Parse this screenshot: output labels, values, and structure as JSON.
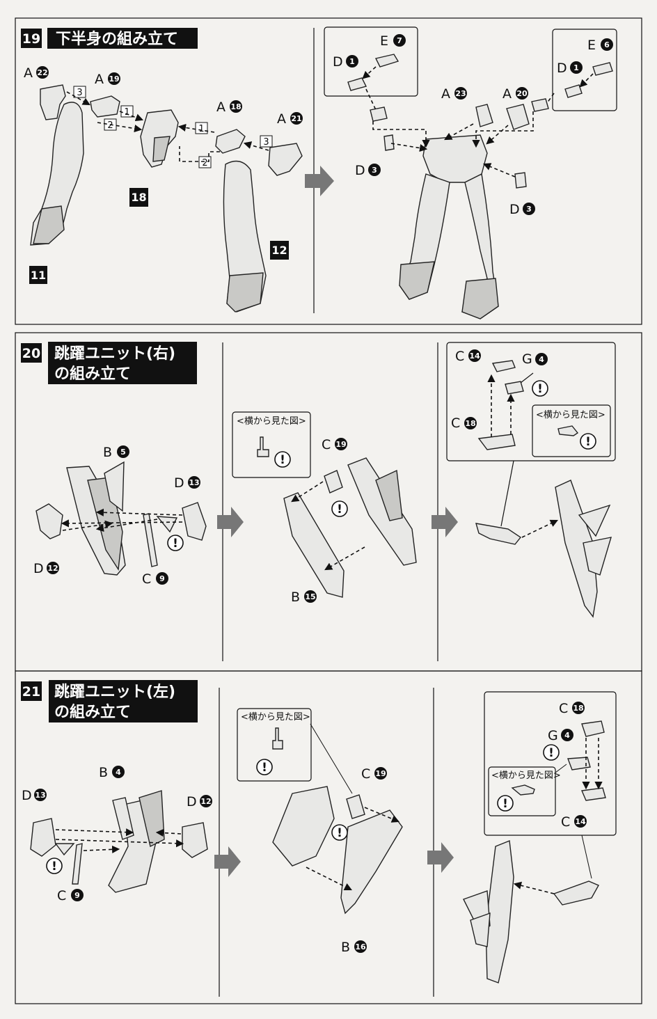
{
  "steps": [
    {
      "number": "19",
      "title": "下半身の組み立て"
    },
    {
      "number": "20",
      "title_line1": "跳躍ユニット(右)",
      "title_line2": "の組み立て"
    },
    {
      "number": "21",
      "title_line1": "跳躍ユニット(左)",
      "title_line2": "の組み立て"
    }
  ],
  "side_view_label": "<横から見た図>",
  "caution_mark": "!",
  "step19": {
    "left_labels": [
      {
        "letter": "A",
        "num": "22"
      },
      {
        "letter": "A",
        "num": "19"
      },
      {
        "letter": "A",
        "num": "18"
      },
      {
        "letter": "A",
        "num": "21"
      }
    ],
    "order_marks": [
      "3",
      "1",
      "2",
      "1",
      "2",
      "3"
    ],
    "badges": [
      "18",
      "11",
      "12"
    ],
    "right_labels": [
      {
        "letter": "E",
        "num": "7"
      },
      {
        "letter": "D",
        "num": "1"
      },
      {
        "letter": "E",
        "num": "6"
      },
      {
        "letter": "D",
        "num": "1"
      },
      {
        "letter": "A",
        "num": "23"
      },
      {
        "letter": "A",
        "num": "20"
      },
      {
        "letter": "D",
        "num": "3"
      },
      {
        "letter": "D",
        "num": "3"
      }
    ]
  },
  "step20": {
    "labels": [
      {
        "letter": "B",
        "num": "5"
      },
      {
        "letter": "D",
        "num": "13"
      },
      {
        "letter": "D",
        "num": "12"
      },
      {
        "letter": "C",
        "num": "9"
      },
      {
        "letter": "C",
        "num": "19"
      },
      {
        "letter": "B",
        "num": "15"
      },
      {
        "letter": "C",
        "num": "14"
      },
      {
        "letter": "G",
        "num": "4"
      },
      {
        "letter": "C",
        "num": "18"
      }
    ]
  },
  "step21": {
    "labels": [
      {
        "letter": "B",
        "num": "4"
      },
      {
        "letter": "D",
        "num": "13"
      },
      {
        "letter": "D",
        "num": "12"
      },
      {
        "letter": "C",
        "num": "9"
      },
      {
        "letter": "C",
        "num": "19"
      },
      {
        "letter": "B",
        "num": "16"
      },
      {
        "letter": "C",
        "num": "18"
      },
      {
        "letter": "G",
        "num": "4"
      },
      {
        "letter": "C",
        "num": "14"
      }
    ]
  }
}
